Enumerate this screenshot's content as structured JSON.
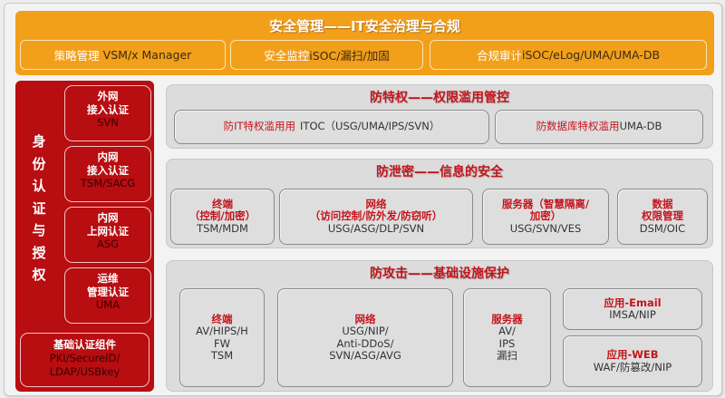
{
  "management": {
    "title": "安全管理——IT安全治理与合规",
    "items": [
      {
        "label": "策略管理",
        "products": "VSM/x Manager"
      },
      {
        "label": "安全监控",
        "products": "iSOC/漏扫/加固"
      },
      {
        "label": "合规审计",
        "products": "iSOC/eLog/UMA/UMA-DB"
      }
    ]
  },
  "auth": {
    "title_chars": [
      "身",
      "份",
      "认",
      "证",
      "与",
      "授",
      "权"
    ],
    "items": [
      {
        "line1": "外网",
        "line2": "接入认证",
        "products": "SVN"
      },
      {
        "line1": "内网",
        "line2": "接入认证",
        "products": "TSM/SACG"
      },
      {
        "line1": "内网",
        "line2": "上网认证",
        "products": "ASG"
      },
      {
        "line1": "运维",
        "line2": "管理认证",
        "products": "UMA"
      }
    ],
    "base": {
      "label": "基础认证组件",
      "line1": "PKI/SecureID/",
      "line2": "LDAP/USBkey"
    }
  },
  "privilege": {
    "title": "防特权——权限滥用管控",
    "items": [
      {
        "label": "防IT特权滥用用",
        "products": "ITOC（USG/UMA/IPS/SVN）"
      },
      {
        "label": "防数据库特权滥用",
        "products": "UMA-DB"
      }
    ]
  },
  "leak": {
    "title": "防泄密——信息的安全",
    "items": [
      {
        "line1": "终端",
        "line2": "（控制/加密）",
        "products": "TSM/MDM"
      },
      {
        "line1": "网络",
        "line2": "（访问控制/防外发/防窃听）",
        "products": "USG/ASG/DLP/SVN"
      },
      {
        "line1": "服务器（智慧隔离/",
        "line2": "加密）",
        "products": "USG/SVN/VES"
      },
      {
        "line1": "数据",
        "line2": "权限管理",
        "products": "DSM/OIC"
      }
    ]
  },
  "attack": {
    "title": "防攻击——基础设施保护",
    "terminal": {
      "label": "终端",
      "lines": [
        "AV/HIPS/H",
        "FW",
        "TSM"
      ]
    },
    "network": {
      "label": "网络",
      "lines": [
        "USG/NIP/",
        "Anti-DDoS/",
        "SVN/ASG/AVG"
      ]
    },
    "server": {
      "label": "服务器",
      "lines": [
        "AV/",
        "IPS",
        "漏扫"
      ]
    },
    "email": {
      "label": "应用-Email",
      "products": "IMSA/NIP"
    },
    "web": {
      "label": "应用-WEB",
      "products": "WAF/防篡改/NIP"
    }
  },
  "colors": {
    "orange": "#f29f1a",
    "red": "#b80d11",
    "title_red": "#c4141c",
    "grey": "#dcdcdc"
  }
}
